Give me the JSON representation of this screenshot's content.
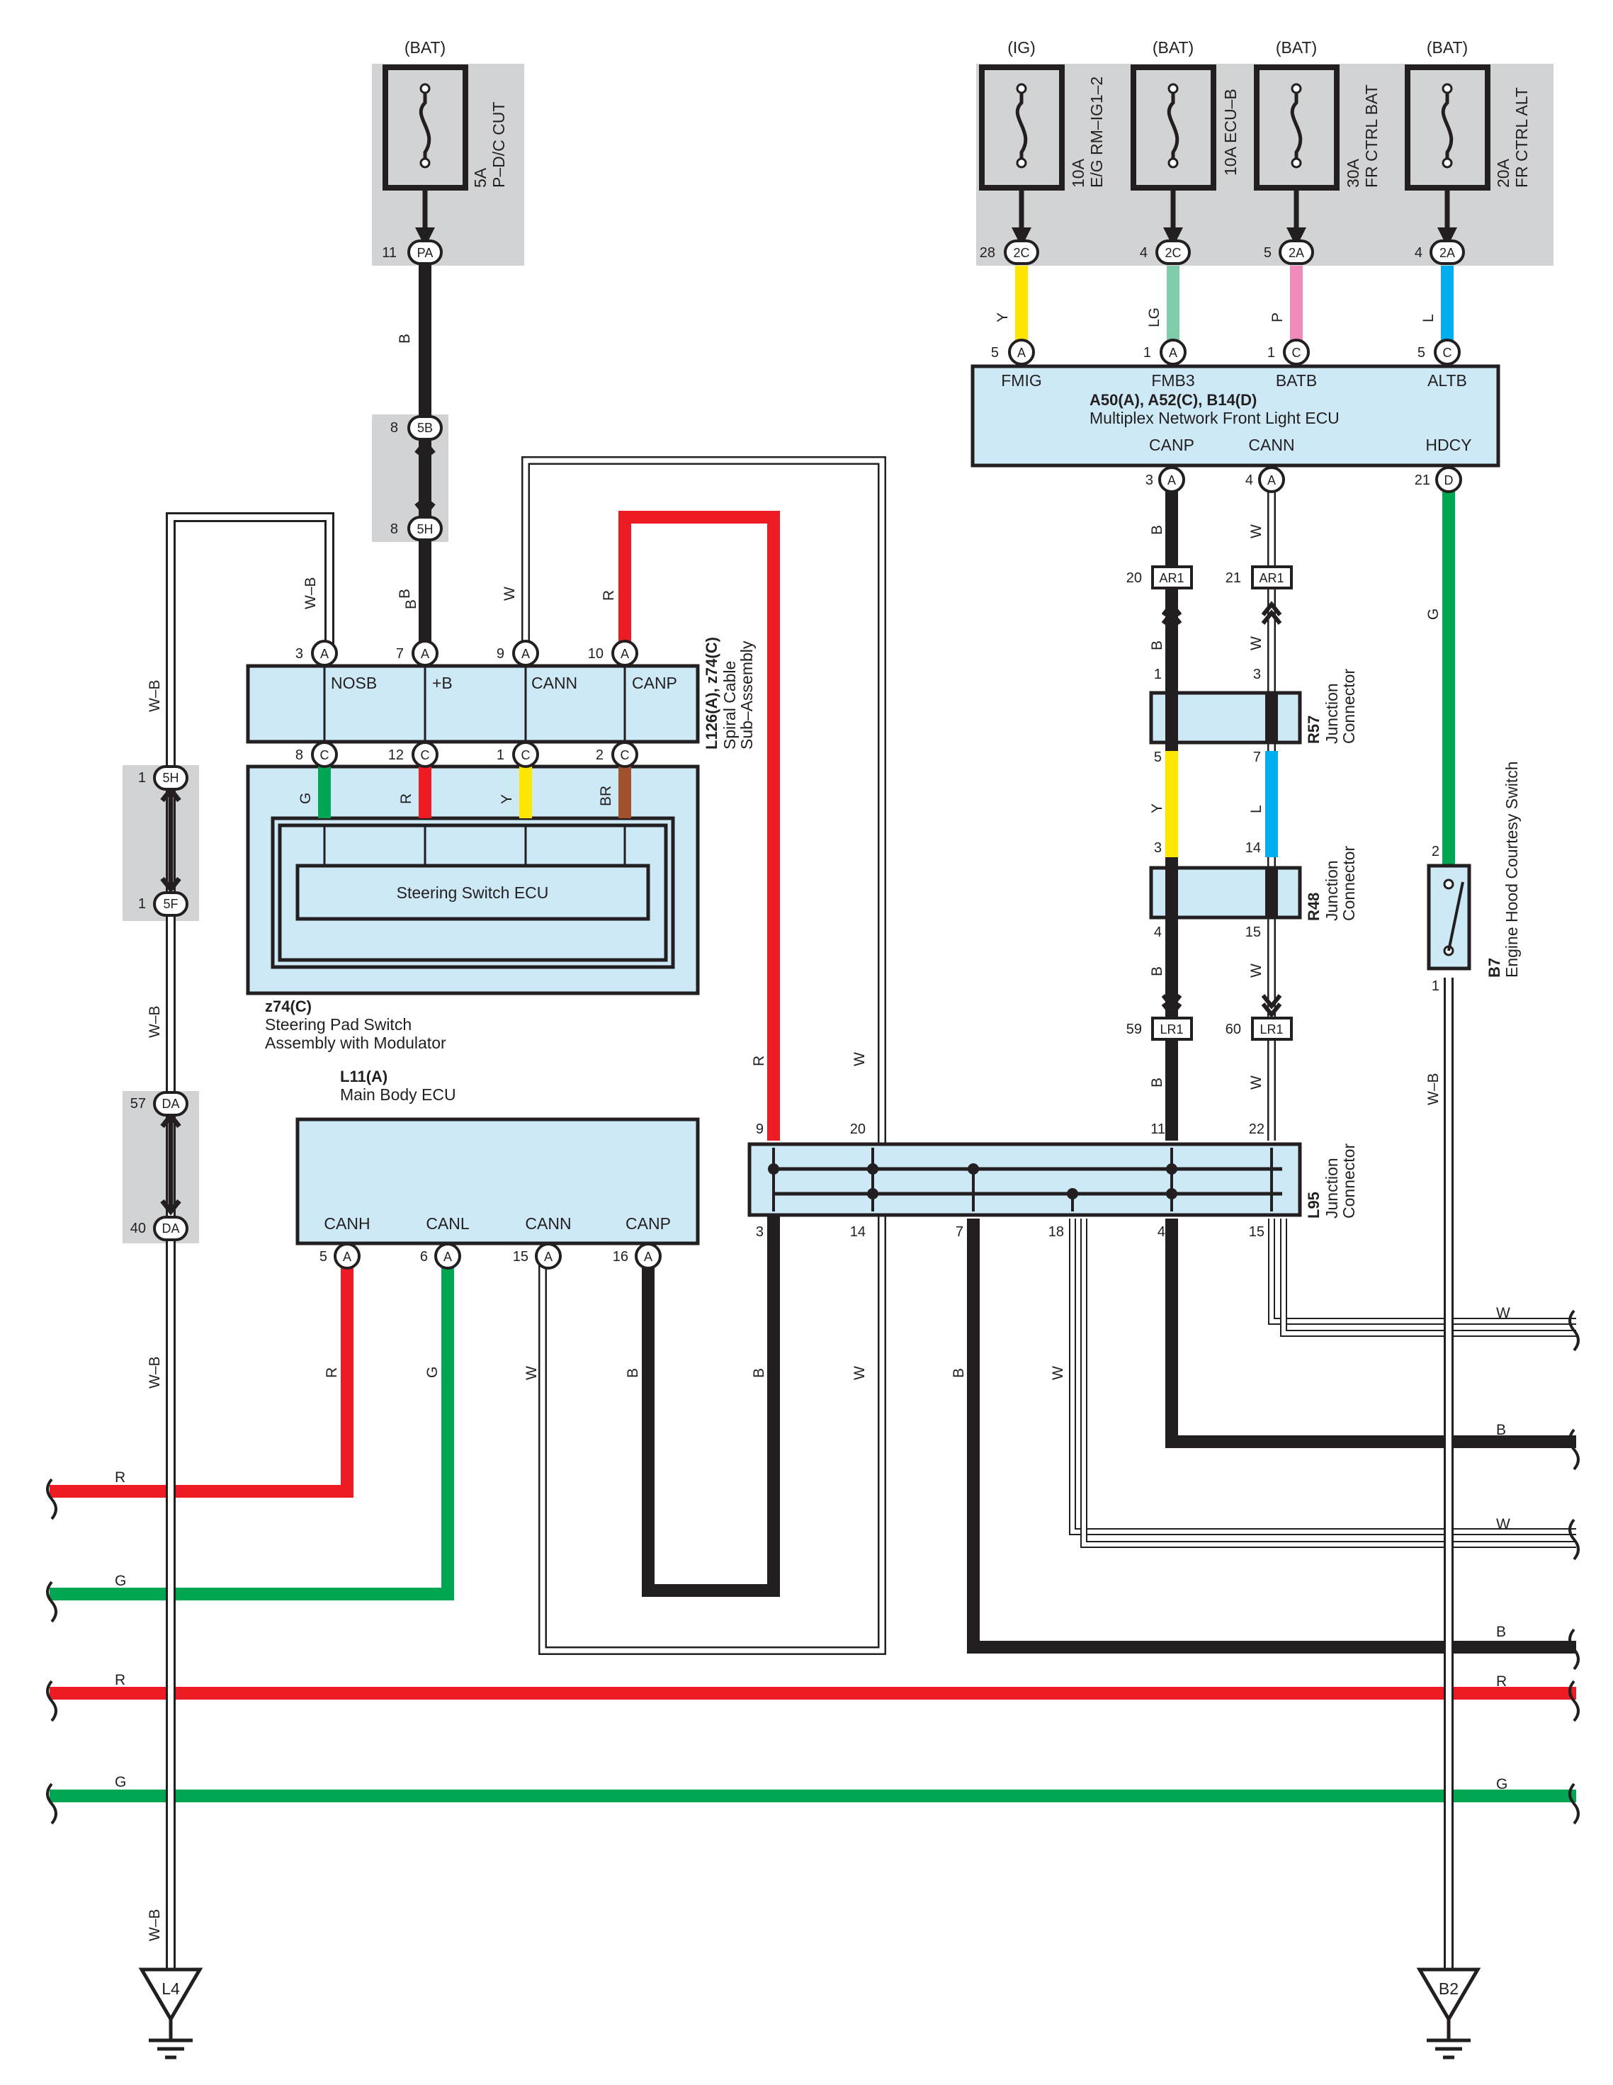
{
  "colors": {
    "B": "#231f20",
    "R": "#ed1c24",
    "G": "#00a651",
    "Y": "#ffe600",
    "L": "#00aeef",
    "LG": "#7fccab",
    "P": "#f28bbd",
    "BR": "#a0522d",
    "W": "#ffffff",
    "ecu_fill": "#cde9f6",
    "shade": "#d1d3d4"
  },
  "top_left_fuse": {
    "source": "(BAT)",
    "amp": "5A",
    "name": "P–D/C CUT",
    "pin": "11",
    "conn": "PA",
    "wire": "B"
  },
  "top_right_fuses": [
    {
      "source": "(IG)",
      "amp": "10A",
      "name": "E/G RM–IG1–2",
      "pin": "28",
      "conn": "2C",
      "wire": "Y"
    },
    {
      "source": "(BAT)",
      "amp": "10A ECU–B",
      "name": "",
      "pin": "4",
      "conn": "2C",
      "wire": "LG"
    },
    {
      "source": "(BAT)",
      "amp": "30A",
      "name": "FR CTRL BAT",
      "pin": "5",
      "conn": "2A",
      "wire": "P"
    },
    {
      "source": "(BAT)",
      "amp": "20A",
      "name": "FR CTRL ALT",
      "pin": "4",
      "conn": "2A",
      "wire": "L"
    }
  ],
  "front_ecu": {
    "ref": "A50(A), A52(C), B14(D)",
    "name": "Multiplex Network Front Light ECU",
    "top_pins": [
      {
        "num": "5",
        "conn": "A",
        "label": "FMIG"
      },
      {
        "num": "1",
        "conn": "A",
        "label": "FMB3"
      },
      {
        "num": "1",
        "conn": "C",
        "label": "BATB"
      },
      {
        "num": "5",
        "conn": "C",
        "label": "ALTB"
      }
    ],
    "bottom_pins": [
      {
        "num": "3",
        "conn": "A",
        "label": "CANP",
        "wire": "B"
      },
      {
        "num": "4",
        "conn": "A",
        "label": "CANN",
        "wire": "W"
      },
      {
        "num": "21",
        "conn": "D",
        "label": "HDCY",
        "wire": "G"
      }
    ]
  },
  "ar1": [
    {
      "pin": "20",
      "conn": "AR1"
    },
    {
      "pin": "21",
      "conn": "AR1"
    }
  ],
  "r57": {
    "ref": "R57",
    "name": "Junction",
    "name2": "Connector",
    "pins": [
      "1",
      "3",
      "5",
      "7"
    ],
    "wires": [
      "B",
      "W",
      "Y",
      "L"
    ]
  },
  "r48": {
    "ref": "R48",
    "name": "Junction",
    "name2": "Connector",
    "pins": [
      "3",
      "14",
      "4",
      "15"
    ],
    "wires": [
      "B",
      "W"
    ]
  },
  "lr1": [
    {
      "pin": "59",
      "conn": "LR1",
      "wire": "B"
    },
    {
      "pin": "60",
      "conn": "LR1",
      "wire": "W"
    }
  ],
  "l95": {
    "ref": "L95",
    "name": "Junction",
    "name2": "Connector",
    "top_pins": [
      "9",
      "20",
      "11",
      "22"
    ],
    "bottom_pins": [
      "3",
      "14",
      "7",
      "18",
      "4",
      "15"
    ],
    "wires": [
      "R",
      "W",
      "B",
      "W",
      "B",
      "W",
      "B",
      "W"
    ]
  },
  "b7": {
    "ref": "B7",
    "name": "Engine Hood Courtesy Switch",
    "pin_top": "2",
    "pin_bottom": "1",
    "wire_top": "G",
    "wire_bottom": "W–B"
  },
  "splice_5b": {
    "top_pin": "8",
    "top_conn": "5B",
    "bottom_pin": "8",
    "bottom_conn": "5H",
    "wire": "B"
  },
  "splice_5h": {
    "top_pin": "1",
    "top_conn": "5H",
    "bottom_pin": "1",
    "bottom_conn": "5F",
    "wire": "W–B"
  },
  "splice_da": {
    "top_pin": "57",
    "top_conn": "DA",
    "bottom_pin": "40",
    "bottom_conn": "DA",
    "wire": "W–B"
  },
  "spiral": {
    "ref": "L126(A), z74(C)",
    "name": "Spiral Cable",
    "name2": "Sub–Assembly",
    "top_pins": [
      {
        "num": "3",
        "conn": "A",
        "label": "NOSB",
        "wire": "W–B"
      },
      {
        "num": "7",
        "conn": "A",
        "label": "+B",
        "wire": "B"
      },
      {
        "num": "9",
        "conn": "A",
        "label": "CANN",
        "wire": "W"
      },
      {
        "num": "10",
        "conn": "A",
        "label": "CANP",
        "wire": "R"
      }
    ],
    "bottom_pins": [
      {
        "num": "8",
        "conn": "C",
        "wire": "G"
      },
      {
        "num": "12",
        "conn": "C",
        "wire": "R"
      },
      {
        "num": "1",
        "conn": "C",
        "wire": "Y"
      },
      {
        "num": "2",
        "conn": "C",
        "wire": "BR"
      }
    ]
  },
  "steering_pad": {
    "ref": "z74(C)",
    "name": "Steering Pad Switch",
    "name2": "Assembly with Modulator",
    "ecu": "Steering Switch  ECU"
  },
  "main_body": {
    "ref": "L11(A)",
    "name": "Main Body ECU",
    "pins": [
      {
        "num": "5",
        "conn": "A",
        "label": "CANH",
        "wire": "R"
      },
      {
        "num": "6",
        "conn": "A",
        "label": "CANL",
        "wire": "G"
      },
      {
        "num": "15",
        "conn": "A",
        "label": "CANN",
        "wire": "W"
      },
      {
        "num": "16",
        "conn": "A",
        "label": "CANP",
        "wire": "B"
      }
    ]
  },
  "side_wires": {
    "W": "W",
    "B": "B",
    "R": "R",
    "G": "G",
    "WB": "W–B"
  },
  "grounds": [
    {
      "label": "L4"
    },
    {
      "label": "B2"
    }
  ]
}
